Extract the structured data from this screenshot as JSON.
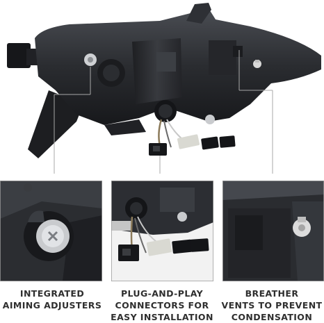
{
  "captions": [
    {
      "line1": "INTEGRATED",
      "line2": "AIMING ADJUSTERS"
    },
    {
      "line1": "PLUG-AND-PLAY",
      "line2": "CONNECTORS FOR",
      "line3": "EASY INSTALLATION"
    },
    {
      "line1": "BREATHER",
      "line2": "VENTS TO PREVENT",
      "line3": "CONDENSATION"
    }
  ],
  "colors": {
    "housing": "#2a2c30",
    "housing_dark": "#121316",
    "callout_line": "#9a9a9a",
    "caption_text": "#2f2f2f",
    "background": "#ffffff"
  },
  "icons": [
    "headlight-housing-image",
    "aiming-adjuster-closeup",
    "connector-closeup",
    "breather-vent-closeup"
  ]
}
